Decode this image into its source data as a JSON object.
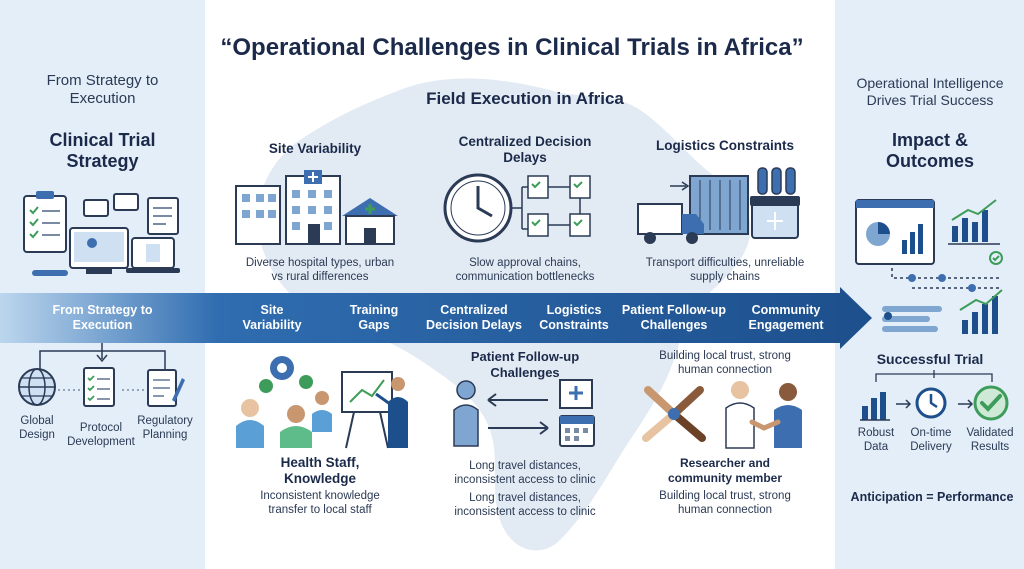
{
  "title": "“Operational Challenges in Clinical Trials in Africa”",
  "left": {
    "subtitle": "From Strategy to Execution",
    "heading": "Clinical Trial Strategy",
    "band_label": "From Strategy to Execution",
    "items": [
      {
        "label": "Global Design",
        "icon": "globe-icon"
      },
      {
        "label": "Protocol Development",
        "icon": "document-icon"
      },
      {
        "label": "Regulatory Planning",
        "icon": "clipboard-pen-icon"
      }
    ]
  },
  "center": {
    "heading": "Field Execution in Africa",
    "band_labels": [
      "Site Variability",
      "Training Gaps",
      "Centralized Decision Delays",
      "Logistics Constraints",
      "Patient Follow-up Challenges",
      "Community Engagement"
    ],
    "top": [
      {
        "title": "Site Variability",
        "caption": "Diverse hospital types, urban vs rural differences",
        "icon": "hospital-buildings-icon"
      },
      {
        "title": "Centralized Decision Delays",
        "caption": "Slow approval chains, communication bottlenecks",
        "icon": "clock-workflow-icon"
      },
      {
        "title": "Logistics Constraints",
        "caption": "Transport difficulties, unreliable supply chains",
        "icon": "truck-container-icon"
      }
    ],
    "bottom": [
      {
        "title": "Health Staff, Knowledge",
        "caption": "Inconsistent knowledge transfer to local staff",
        "icon": "staff-training-icon"
      },
      {
        "title": "Patient Follow-up Challenges",
        "caption": "Long travel distances, inconsistent access to clinic",
        "caption2": "Long travel distances, inconsistent access to clinic",
        "icon": "patient-travel-icon"
      },
      {
        "title": "Researcher and community member",
        "top_caption": "Building local trust, strong human connection",
        "caption": "Building local trust, strong human connection",
        "icon": "handshake-icon"
      }
    ]
  },
  "right": {
    "subtitle": "Operational Intelligence Drives Trial Success",
    "heading": "Impact & Outcomes",
    "success": "Successful Trial",
    "items": [
      {
        "label": "Robust Data",
        "icon": "bar-chart-icon"
      },
      {
        "label": "On-time Delivery",
        "icon": "clock-icon"
      },
      {
        "label": "Validated Results",
        "icon": "check-circle-icon"
      }
    ],
    "footer": "Anticipation = Performance"
  },
  "colors": {
    "band_dark": "#1d4f8c",
    "band_light": "#bcd6ee",
    "accent": "#2f6db0",
    "green": "#3e9c5a",
    "panel": "#e3eef8"
  }
}
